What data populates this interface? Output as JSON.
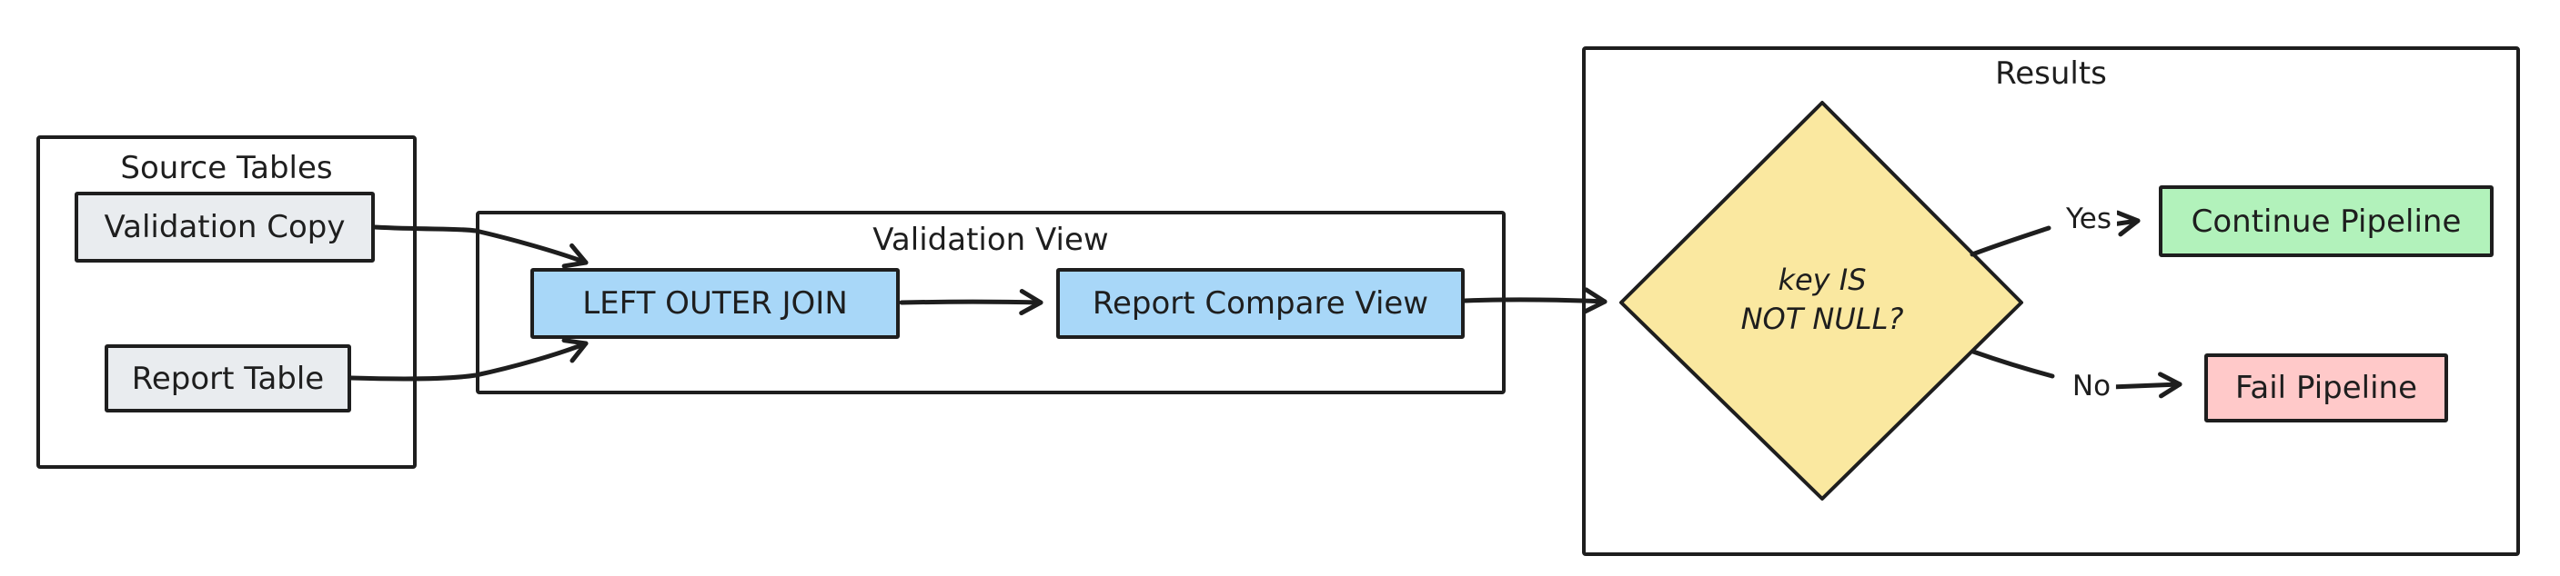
{
  "diagram": {
    "background": "#ffffff",
    "stroke_color": "#1e1e1e"
  },
  "groups": {
    "source_tables": {
      "label": "Source Tables"
    },
    "validation_view": {
      "label": "Validation View"
    },
    "results": {
      "label": "Results"
    }
  },
  "nodes": {
    "validation_copy": {
      "label": "Validation Copy",
      "fill": "#e9ecef"
    },
    "report_table": {
      "label": "Report Table",
      "fill": "#e9ecef"
    },
    "left_outer_join": {
      "label": "LEFT OUTER JOIN",
      "fill": "#a8d7f8"
    },
    "report_compare_view": {
      "label": "Report Compare View",
      "fill": "#a8d7f8"
    },
    "decision": {
      "label_line1": "key IS",
      "label_line2": "NOT NULL?",
      "fill": "#fae8a0"
    },
    "continue_pipeline": {
      "label": "Continue Pipeline",
      "fill": "#b2f2bb"
    },
    "fail_pipeline": {
      "label": "Fail Pipeline",
      "fill": "#ffc9c9"
    }
  },
  "edge_labels": {
    "yes": "Yes",
    "no": "No"
  }
}
